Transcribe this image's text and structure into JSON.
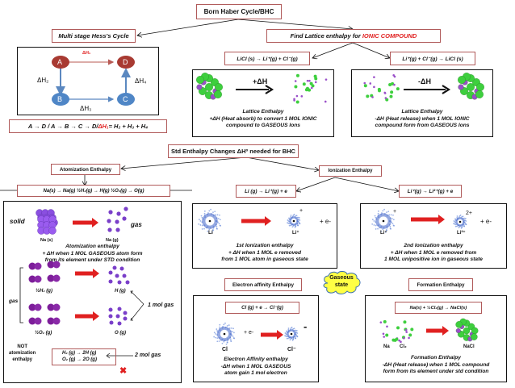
{
  "title": "Born Haber Cycle/BHC",
  "hess": {
    "label": "Multi stage Hess's Cycle",
    "nodes": [
      "A",
      "B",
      "C",
      "D"
    ],
    "dh1": "ΔH₁",
    "dh2": "ΔH₂",
    "dh3": "ΔH₃",
    "dh4": "ΔH₄",
    "equation_path": "A → D / A → B → C → D/ ",
    "equation_dh1": "ΔH₁",
    "equation_rest": " = H₂ + H₃ + H₄"
  },
  "lattice": {
    "label_prefix": "Find Lattice enthalpy for ",
    "label_highlight": "IONIC COMPOUND",
    "left_eq": "LiCl (s) → Li⁺(g) + Cl⁻(g)",
    "right_eq": "Li⁺(g) + Cl⁻(g) → LiCl (s)",
    "left_arrow": "+ΔH",
    "right_arrow": "-ΔH",
    "left_desc": [
      "Lattice Enthalpy",
      "+ΔH (Heat absorb) to convert 1 MOL IONIC",
      "compound to GASEOUS Ions"
    ],
    "right_desc": [
      "Lattice Enthalpy",
      "-ΔH (Heat release) when 1 MOL IONIC",
      "compound form from GASEOUS Ions"
    ]
  },
  "std": {
    "label": "Std Enthalpy Changes ΔHº needed for BHC"
  },
  "atomization": {
    "label": "Atomization Enthalpy",
    "equations": "Na(s) → Na(g)    ½H₂(g) → H(g)    ½O₂(g) → O(g)",
    "solid": "solid",
    "gas": "gas",
    "na_s": "Na (s)",
    "na_g": "Na (g)",
    "desc": [
      "Atomization enthalpy",
      "+ ΔH when 1 MOL GASEOUS atom form",
      "from its element under STD condition"
    ],
    "h2": "½H₂ (g)",
    "h": "H (g)",
    "o2": "½O₂ (g)",
    "o": "O (g)",
    "gas_bracket": "gas",
    "one_mol": "1 mol gas",
    "not_label": [
      "NOT",
      "atomization",
      "enthalpy"
    ],
    "not_eq1": "H₂ (g)  →  2H (g)",
    "not_eq2": "O₂ (g)  →  2O (g)",
    "two_mol": "2 mol gas",
    "cross": "✖"
  },
  "ionization": {
    "label": "Ionization Enthalpy",
    "first_eq": "Li (g) → Li⁺(g) + e",
    "second_eq": "Li⁺(g) → Li²⁺(g) + e",
    "first": {
      "atom": "Li",
      "ion": "Li⁺",
      "charge": "+",
      "electron": "+  e-",
      "desc": [
        "1st Ionization enthalpy",
        "+ ΔH when 1 MOL e removed",
        "from 1 MOL atom in gaseous state"
      ]
    },
    "second": {
      "atom": "Li⁺",
      "atom_charge": "+",
      "ion": "Li²⁺",
      "charge": "2+",
      "electron": "+  e-",
      "desc": [
        "2nd Ionization enthalpy",
        "+ ΔH when 1 MOL e removed from",
        "1 MOL unipositive ion in gaseous state"
      ]
    }
  },
  "gaseous": "Gaseous state",
  "electron_affinity": {
    "label": "Electron affinity Enthalpy",
    "eq": "Cl (g)  + e → Cl⁻(g)",
    "atom": "Cl",
    "plus_e": "+  e-",
    "ion": "Cl⁻",
    "charge": "-",
    "desc": [
      "Electron Affinity enthalpy",
      "-ΔH when 1 MOL GASEOUS",
      "atom gain 1 mol electron"
    ]
  },
  "formation": {
    "label": "Formation Enthalpy",
    "eq": "Na(s) + ½Cl₂(g) → NaCl(s)",
    "na": "Na",
    "cl2": "Cl₂",
    "nacl": "NaCl",
    "desc": [
      "Formation Enthalpy",
      "-ΔH (Heat release) when 1 MOL compound",
      "form from its element under std condition"
    ]
  },
  "colors": {
    "border": "#b05a5a",
    "accent_red": "#e02020",
    "node_red": "#a83a32",
    "node_blue": "#4f86c6",
    "sphere_green": "#3ecf3e",
    "sphere_purple": "#9a4fc9",
    "cloud_yellow": "#ffff44"
  }
}
